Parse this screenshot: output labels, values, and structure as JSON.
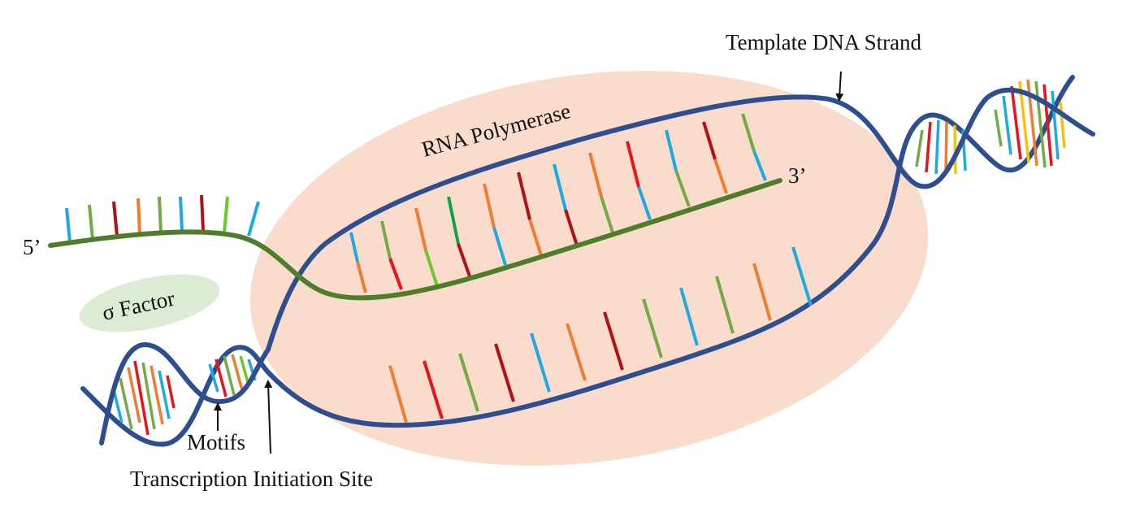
{
  "labels": {
    "template_strand": "Template DNA Strand",
    "rna_polymerase": "RNA Polymerase",
    "five_prime": "5’",
    "three_prime": "3’",
    "sigma_factor": "σ Factor",
    "motifs": "Motifs",
    "initiation_site": "Transcription Initiation Site"
  },
  "colors": {
    "dna_strand": "#2e4f8f",
    "rna_strand": "#4e7d2c",
    "polymerase_fill": "#f9dccb",
    "sigma_fill": "#dcebd3",
    "base_blue": "#1fa9e1",
    "base_green": "#72ab45",
    "base_orange": "#ed7d31",
    "base_red": "#e8141b",
    "base_darkred": "#b11116",
    "base_lime": "#6cc82a",
    "base_yellow": "#f2c314",
    "base_emerald": "#10a24b"
  }
}
